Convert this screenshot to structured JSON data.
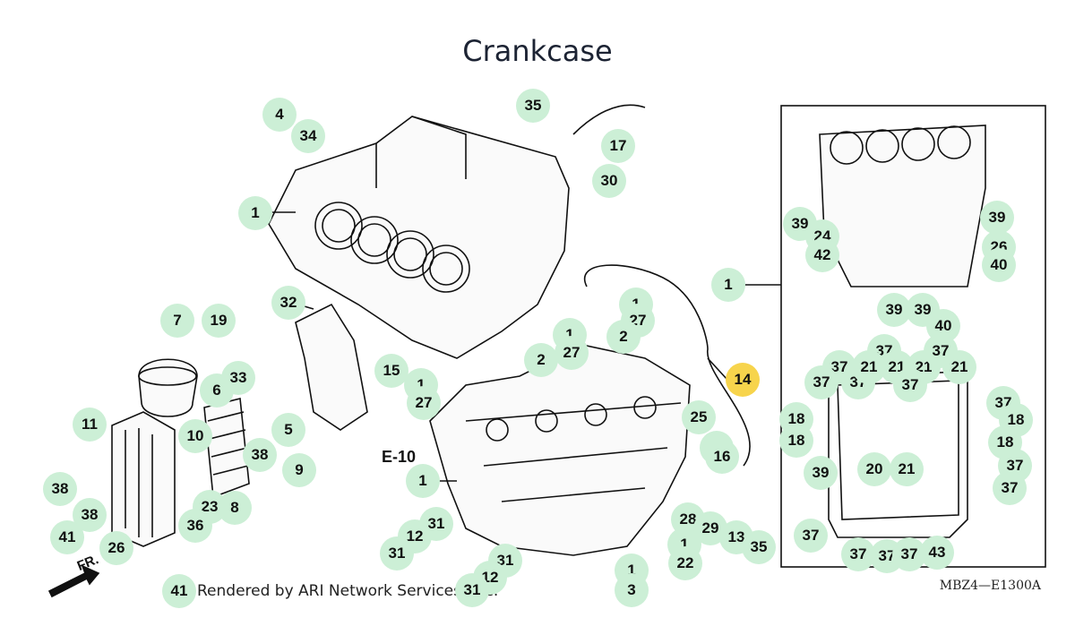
{
  "title": "Crankcase",
  "credit": "Rendered by ARI Network Services, Inc.",
  "diagram_code": "MBZ4—E1300A",
  "ref_label": "E-10",
  "front_label": "FR.",
  "highlight_color": "#f7d44c",
  "callout_color": "#ccefd6",
  "callouts": [
    "4",
    "34",
    "1",
    "35",
    "17",
    "30",
    "39",
    "24",
    "42",
    "39",
    "26",
    "40",
    "1",
    "39",
    "39",
    "40",
    "32",
    "7",
    "19",
    "33",
    "6",
    "11",
    "10",
    "5",
    "38",
    "9",
    "38",
    "38",
    "41",
    "23",
    "36",
    "8",
    "26",
    "41",
    "15",
    "1",
    "27",
    "1",
    "27",
    "2",
    "1",
    "27",
    "2",
    "2",
    "14",
    "25",
    "16",
    "1",
    "28",
    "29",
    "13",
    "35",
    "31",
    "12",
    "31",
    "31",
    "12",
    "31",
    "1",
    "22",
    "1",
    "3",
    "37",
    "37",
    "37",
    "37",
    "21",
    "21",
    "21",
    "21",
    "37",
    "37",
    "37",
    "18",
    "18",
    "39",
    "20",
    "21",
    "18",
    "18",
    "37",
    "37",
    "37",
    "37",
    "37",
    "37",
    "43",
    "E10"
  ]
}
